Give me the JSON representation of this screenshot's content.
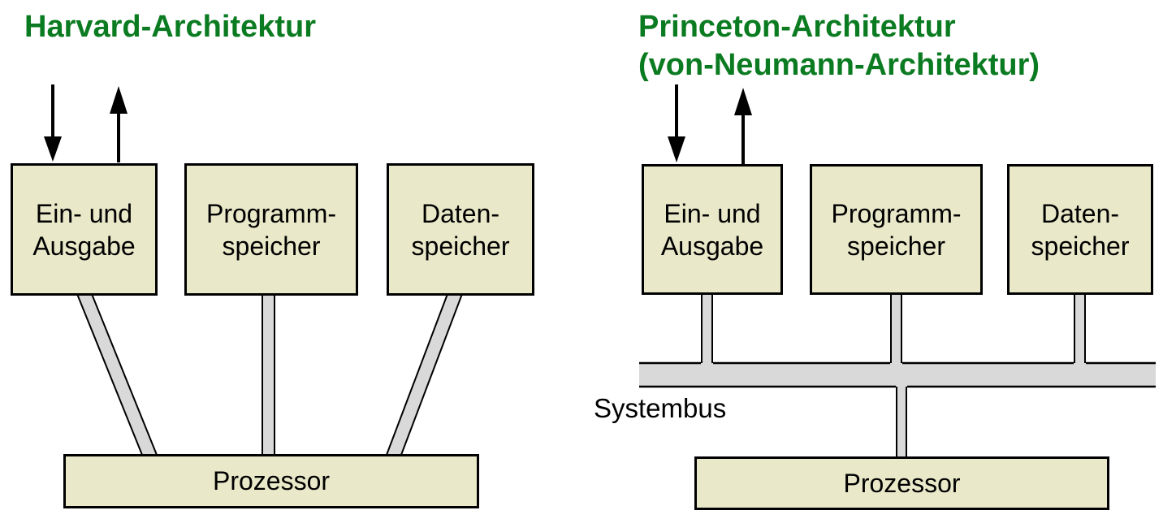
{
  "colors": {
    "title_green": "#0b7b21",
    "box_fill": "#e9e8c9",
    "bus_gray": "#d9d9d9",
    "outline_black": "#000000"
  },
  "harvard": {
    "title": "Harvard-Architektur",
    "io_box": {
      "line1": "Ein- und",
      "line2": "Ausgabe"
    },
    "program_box": {
      "line1": "Programm-",
      "line2": "speicher"
    },
    "data_box": {
      "line1": "Daten-",
      "line2": "speicher"
    },
    "processor_label": "Prozessor"
  },
  "princeton": {
    "title_line1": "Princeton-Architektur",
    "title_line2": "(von-Neumann-Architektur)",
    "io_box": {
      "line1": "Ein- und",
      "line2": "Ausgabe"
    },
    "program_box": {
      "line1": "Programm-",
      "line2": "speicher"
    },
    "data_box": {
      "line1": "Daten-",
      "line2": "speicher"
    },
    "systembus_label": "Systembus",
    "processor_label": "Prozessor"
  }
}
